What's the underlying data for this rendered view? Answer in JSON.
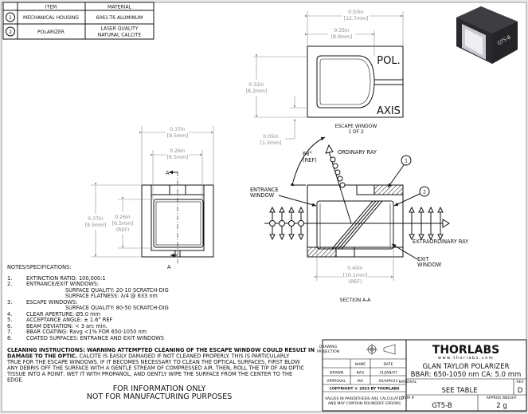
{
  "bom": {
    "headers": {
      "item": "ITEM",
      "material": "MATERIAL"
    },
    "rows": [
      {
        "num": "1",
        "item": "MECHANICAL HOUSING",
        "material": [
          "6061-T6 ALUMINUM"
        ]
      },
      {
        "num": "2",
        "item": "POLARIZER",
        "material": [
          "LASER QUALITY",
          "NATURAL CALCITE"
        ]
      }
    ]
  },
  "top_view": {
    "label_pol": "POL.",
    "label_axis": "AXIS",
    "dim_width": [
      "0.50in",
      "[12.7mm]"
    ],
    "dim_window": [
      "0.35in",
      "[8.9mm]"
    ],
    "dim_height": [
      "0.32in",
      "[8.2mm]"
    ],
    "dim_offset": [
      "0.05in",
      "[1.3mm]"
    ],
    "caption": [
      "ESCAPE WINDOW",
      "1 OF 2"
    ]
  },
  "front_view": {
    "dim_width": [
      "0.37in",
      "[9.5mm]"
    ],
    "dim_aperture": [
      "0.26in",
      "[6.5mm]"
    ],
    "dim_height": [
      "0.37in",
      "[9.5mm]"
    ],
    "dim_aperture_v": [
      "0.26in",
      "[6.5mm]",
      "(REF)"
    ],
    "section_marker": "A"
  },
  "section_view": {
    "angle": [
      "68°",
      "(REF)"
    ],
    "ordinary_ray": "ORDINARY RAY",
    "entrance_window": [
      "ENTRANCE",
      "WINDOW"
    ],
    "extraordinary_ray": "EXTRAORDINARY RAY",
    "exit_window": [
      "EXIT",
      "WINDOW"
    ],
    "dim_length": [
      "0.40in",
      "[10.1mm]",
      "(REF)"
    ],
    "callouts": [
      "1",
      "2"
    ],
    "caption": "SECTION A-A"
  },
  "notes": {
    "title": "NOTES/SPECIFICATIONS:",
    "lines": [
      {
        "n": "1.",
        "text": "EXTINCTION RATIO: 100,000:1"
      },
      {
        "n": "2.",
        "text": "ENTRANCE/EXIT WINDOWS:"
      },
      {
        "n": "",
        "text": "SURFACE QUALITY: 20-10 SCRATCH-DIG",
        "indent": true
      },
      {
        "n": "",
        "text": "SURFACE FLATNESS: λ/4 @ 633 nm",
        "indent": true
      },
      {
        "n": "3.",
        "text": "ESCAPE WINDOWS:"
      },
      {
        "n": "",
        "text": "SURFACE QUALITY: 80-50 SCRATCH-DIG",
        "indent": true
      },
      {
        "n": "4.",
        "text": "CLEAR APERTURE: Ø5.0 mm"
      },
      {
        "n": "5.",
        "text": "ACCEPTANCE ANGLE: ± 1.6° REF"
      },
      {
        "n": "6.",
        "text": "BEAM DEVIATION: < 3 arc min."
      },
      {
        "n": "7.",
        "text": "BBAR COATING: Ravg <1% FOR 650-1050 nm"
      },
      {
        "n": "8.",
        "text": "COATED SURFACES: ENTRANCE AND EXIT WINDOWS"
      }
    ]
  },
  "cleaning": {
    "bold1": "CLEANING INSTRUCTIONS: WARNING ATTEMPTED CLEANING OF THE ESCAPE WINDOW COULD RESULT IN",
    "bold2": "DAMAGE TO THE OPTIC.",
    "l2": "  CALCITE IS EASILY DAMAGED IF NOT CLEANED PROPERLY.  THIS IS PARTICULARLY",
    "l3": "TRUE FOR THE ESCAPE WINDOWS.  IF IT BECOMES NECESSARY TO CLEAN THE OPTICAL SURFACES, FIRST BLOW",
    "l4": "ANY DEBRIS OFF THE SURFACE WITH A GENTLE STREAM OF COMPRESSED AIR.  THEN, ROLL THE TIP OF AN OPTIC",
    "l5": "TISSUE INTO A POINT, WET IT WITH PROPANOL, AND GENTLY WIPE THE SURFACE FROM THE CENTER TO THE",
    "l6": "EDGE."
  },
  "disclaimer": [
    "FOR INFORMATION ONLY",
    "NOT FOR MANUFACTURING PURPOSES"
  ],
  "title_block": {
    "projection_label": [
      "DRAWING",
      "PROJECTION"
    ],
    "name_h": "NAME",
    "date_h": "DATE",
    "drawn_label": "DRAWN",
    "drawn_name": "BAG",
    "drawn_date": "31/JAN/07",
    "approval_label": "APPROVAL",
    "approval_name": "MG",
    "approval_date": "06/APR/23",
    "copyright": "COPYRIGHT © 2023 BY THORLABS",
    "values_note": [
      "VALUES IN PARENTHESIS ARE CALCULATED",
      "AND MAY CONTAIN ROUNDOFF ERRORS"
    ],
    "logo": "THORLABS",
    "website": "www.thorlabs.com",
    "title": "GLAN TAYLOR POLARIZER",
    "subtitle": "BBAR: 650-1050 nm  CA: 5.0 mm",
    "material_label": "MATERIAL",
    "material": "SEE TABLE",
    "rev_label": "REV",
    "rev": "D",
    "item_label": "ITEM #",
    "item": "GT5-B",
    "weight_label": "APPROX WEIGHT",
    "weight": "2 g"
  },
  "render": {
    "part_marking": "GT5-B"
  }
}
